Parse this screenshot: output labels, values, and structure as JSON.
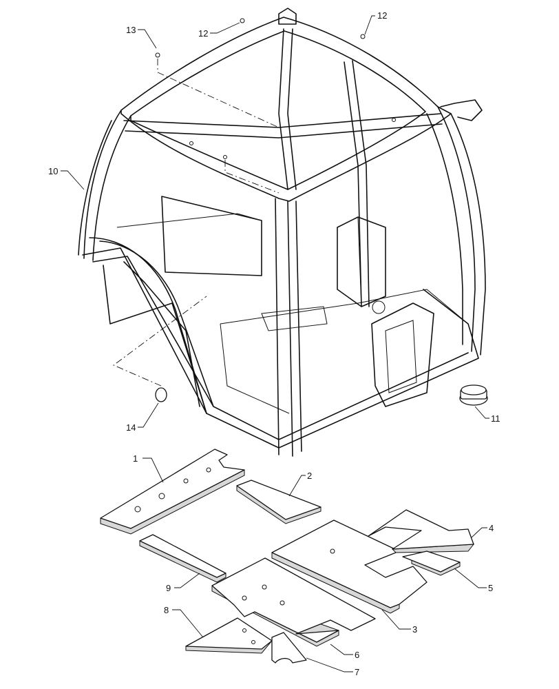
{
  "callouts": [
    {
      "id": "1",
      "label": "1"
    },
    {
      "id": "2",
      "label": "2"
    },
    {
      "id": "3",
      "label": "3"
    },
    {
      "id": "4",
      "label": "4"
    },
    {
      "id": "5",
      "label": "5"
    },
    {
      "id": "6",
      "label": "6"
    },
    {
      "id": "7",
      "label": "7"
    },
    {
      "id": "8",
      "label": "8"
    },
    {
      "id": "9",
      "label": "9"
    },
    {
      "id": "10",
      "label": "10"
    },
    {
      "id": "11",
      "label": "11"
    },
    {
      "id": "12a",
      "label": "12"
    },
    {
      "id": "12b",
      "label": "12"
    },
    {
      "id": "13",
      "label": "13"
    },
    {
      "id": "14",
      "label": "14"
    }
  ]
}
